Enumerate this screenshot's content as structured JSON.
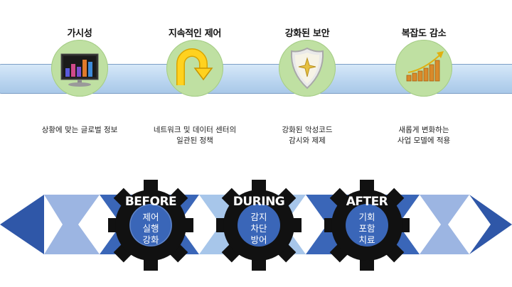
{
  "features": [
    {
      "title": "가시성",
      "desc": "상황에 맞는 글로벌 정보",
      "icon": "bar-chart-monitor-icon"
    },
    {
      "title": "지속적인 제어",
      "desc": "네트워크 및 데이터 센터의\n일관된 정책",
      "icon": "u-turn-arrow-icon"
    },
    {
      "title": "강화된 보안",
      "desc": "강화된 악성코드\n감시와 제제",
      "icon": "shield-cross-icon"
    },
    {
      "title": "복잡도 감소",
      "desc": "새롭게 변화하는\n사업 모델에 적용",
      "icon": "coin-growth-icon"
    }
  ],
  "phases": [
    {
      "name": "BEFORE",
      "items": "제어\n실행\n강화"
    },
    {
      "name": "DURING",
      "items": "감지\n차단\n방어"
    },
    {
      "name": "AFTER",
      "items": "기회\n포함\n치료"
    }
  ],
  "colors": {
    "circle": "#bfe0a2",
    "band": "#b9d4ef",
    "arrow_dark": "#2f57a8",
    "arrow_light": "#9cb5e2",
    "gear": "#111111"
  }
}
